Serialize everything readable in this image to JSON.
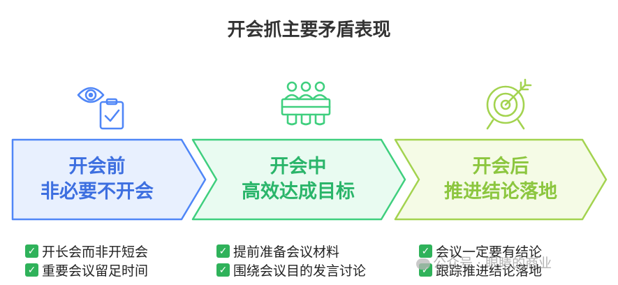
{
  "title": "开会抓主要矛盾表现",
  "colors": {
    "blue_stroke": "#4f86f7",
    "blue_fill": "#e8f0fe",
    "blue_text": "#3d6fe0",
    "green_stroke": "#3fcf7e",
    "green_fill": "#e9fbf1",
    "green_text": "#2ab56a",
    "lime_stroke": "#a3d34f",
    "lime_fill": "#f5fbe6",
    "lime_text": "#8cc63f",
    "check_green": "#2fb25a"
  },
  "stages": [
    {
      "icon": "eye-clipboard-icon",
      "line1": "开会前",
      "line2": "非必要不开会",
      "bullets": [
        "开长会而非开短会",
        "重要会议留足时间"
      ]
    },
    {
      "icon": "people-meeting-icon",
      "line1": "开会中",
      "line2": "高效达成目标",
      "bullets": [
        "提前准备会议材料",
        "围绕会议目的发言讨论"
      ]
    },
    {
      "icon": "target-arrow-icon",
      "line1": "开会后",
      "line2": "推进结论落地",
      "bullets": [
        "会议一定要有结论",
        "跟踪推进结论落地"
      ]
    }
  ],
  "watermark": "公众号 · 眼睛的商业"
}
